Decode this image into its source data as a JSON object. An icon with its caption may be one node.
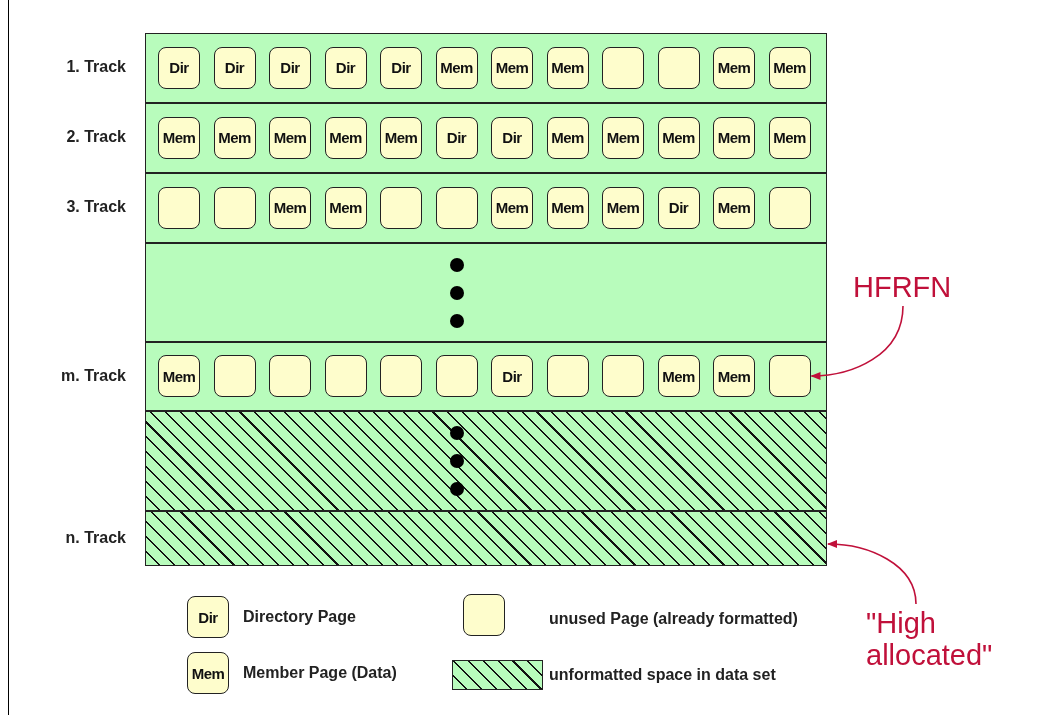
{
  "diagram": {
    "nodes": [
      {
        "text": [
          "1. Track"
        ]
      },
      {
        "text": [
          "Dir"
        ],
        "in": 0
      },
      {
        "text": [
          "Dir"
        ],
        "in": 0
      },
      {
        "text": [
          "Dir"
        ],
        "in": 0
      },
      {
        "text": [
          "Dir"
        ],
        "in": 0
      },
      {
        "text": [
          "Dir"
        ],
        "in": 0
      },
      {
        "text": [
          "Mem"
        ],
        "in": 0
      },
      {
        "text": [
          "Mem"
        ],
        "in": 0
      },
      {
        "text": [
          "Mem"
        ],
        "in": 0
      },
      {
        "text": [],
        "shape": "box",
        "in": 0
      },
      {
        "text": [],
        "shape": "box",
        "in": 0
      },
      {
        "text": [
          "Mem"
        ],
        "in": 0
      },
      {
        "text": [
          "Mem"
        ],
        "in": 0
      },
      {
        "text": [
          "2. Track"
        ]
      },
      {
        "text": [
          "Mem"
        ],
        "in": 13
      },
      {
        "text": [
          "Mem"
        ],
        "in": 13
      },
      {
        "text": [
          "Mem"
        ],
        "in": 13
      },
      {
        "text": [
          "Mem"
        ],
        "in": 13
      },
      {
        "text": [
          "Mem"
        ],
        "in": 13
      },
      {
        "text": [
          "Dir"
        ],
        "in": 13
      },
      {
        "text": [
          "Dir"
        ],
        "in": 13
      },
      {
        "text": [
          "Mem"
        ],
        "in": 13
      },
      {
        "text": [
          "Mem"
        ],
        "in": 13
      },
      {
        "text": [
          "Mem"
        ],
        "in": 13
      },
      {
        "text": [
          "Mem"
        ],
        "in": 13
      },
      {
        "text": [
          "Mem"
        ],
        "in": 13
      },
      {
        "text": [
          "3. Track"
        ]
      },
      {
        "text": [],
        "shape": "box",
        "in": 26
      },
      {
        "text": [],
        "shape": "box",
        "in": 26
      },
      {
        "text": [
          "Mem"
        ],
        "in": 26
      },
      {
        "text": [
          "Mem"
        ],
        "in": 26
      },
      {
        "text": [],
        "shape": "box",
        "in": 26
      },
      {
        "text": [],
        "shape": "box",
        "in": 26
      },
      {
        "text": [
          "Mem"
        ],
        "in": 26
      },
      {
        "text": [
          "Mem"
        ],
        "in": 26
      },
      {
        "text": [
          "Mem"
        ],
        "in": 26
      },
      {
        "text": [
          "Dir"
        ],
        "in": 26
      },
      {
        "text": [
          "Mem"
        ],
        "in": 26
      },
      {
        "text": [],
        "shape": "box",
        "in": 26
      },
      {
        "text": [],
        "shape": "bar"
      },
      {
        "text": [
          "m. Track"
        ]
      },
      {
        "text": [
          "Mem"
        ],
        "in": 40
      },
      {
        "text": [],
        "shape": "box",
        "in": 40
      },
      {
        "text": [],
        "shape": "box",
        "in": 40
      },
      {
        "text": [],
        "shape": "box",
        "in": 40
      },
      {
        "text": [],
        "shape": "box",
        "in": 40
      },
      {
        "text": [],
        "shape": "box",
        "in": 40
      },
      {
        "text": [
          "Dir"
        ],
        "in": 40
      },
      {
        "text": [],
        "shape": "box",
        "in": 40
      },
      {
        "text": [],
        "shape": "box",
        "in": 40
      },
      {
        "text": [
          "Mem"
        ],
        "in": 40
      },
      {
        "text": [
          "Mem"
        ],
        "in": 40
      },
      {
        "text": [],
        "shape": "box",
        "in": 40
      },
      {
        "text": [],
        "shape": "bar"
      },
      {
        "text": [
          "n. Track"
        ]
      },
      {
        "text": [
          "HFRFN"
        ]
      },
      {
        "text": [
          "\"High allocated\""
        ]
      }
    ],
    "edges": [
      {
        "from": 55,
        "to": 52,
        "arrow": "to"
      },
      {
        "from": 56,
        "to": 54,
        "arrow": "to"
      }
    ],
    "labels": [
      "Dir",
      "Mem"
    ],
    "legend": [
      {
        "text": "Directory Page"
      },
      {
        "text": "unused Page (already formatted)"
      },
      {
        "text": "Member Page (Data)"
      },
      {
        "text": "unformatted space in data set"
      }
    ]
  }
}
